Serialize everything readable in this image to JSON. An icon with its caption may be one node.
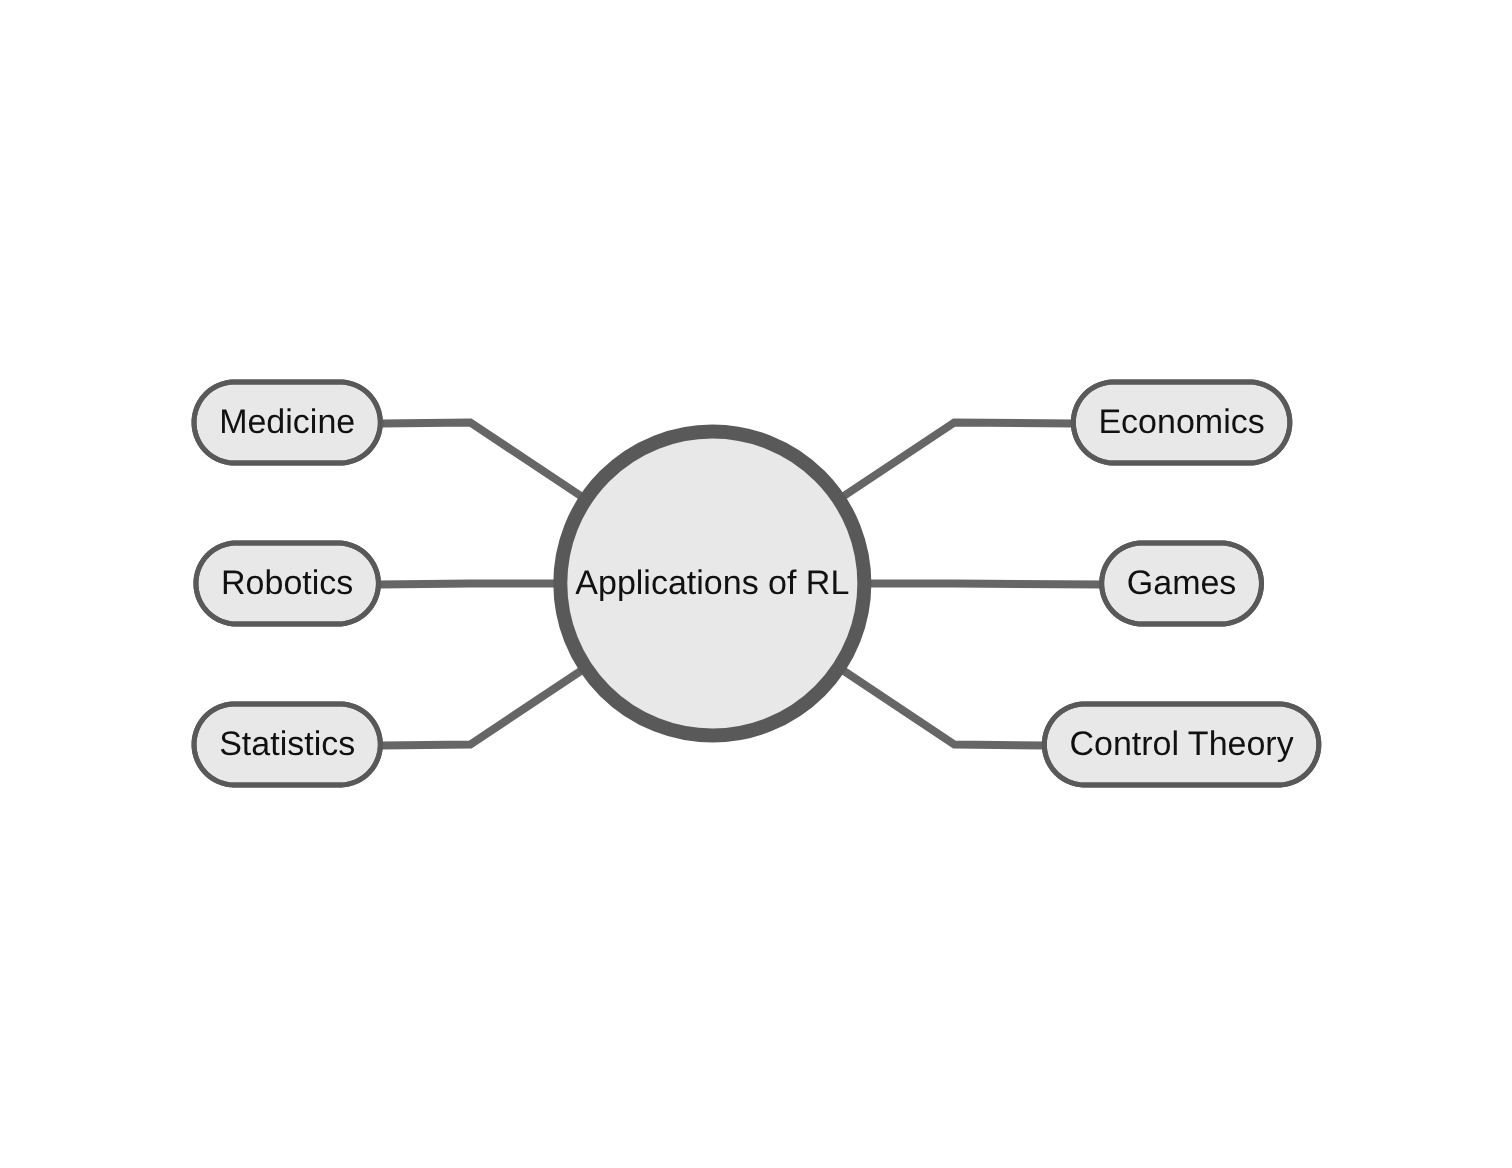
{
  "diagram": {
    "nodes": [
      {
        "text": [
          "Applications of RL"
        ]
      },
      {
        "text": [
          "Medicine"
        ]
      },
      {
        "text": [
          "Robotics"
        ]
      },
      {
        "text": [
          "Statistics"
        ]
      },
      {
        "text": [
          "Economics"
        ]
      },
      {
        "text": [
          "Games"
        ]
      },
      {
        "text": [
          "Control Theory"
        ]
      }
    ],
    "edges": [
      {
        "from": 1,
        "to": 0,
        "arrow": "none"
      },
      {
        "from": 2,
        "to": 0,
        "arrow": "none"
      },
      {
        "from": 3,
        "to": 0,
        "arrow": "none"
      },
      {
        "from": 0,
        "to": 4,
        "arrow": "none"
      },
      {
        "from": 0,
        "to": 5,
        "arrow": "none"
      },
      {
        "from": 0,
        "to": 6,
        "arrow": "none"
      }
    ]
  }
}
